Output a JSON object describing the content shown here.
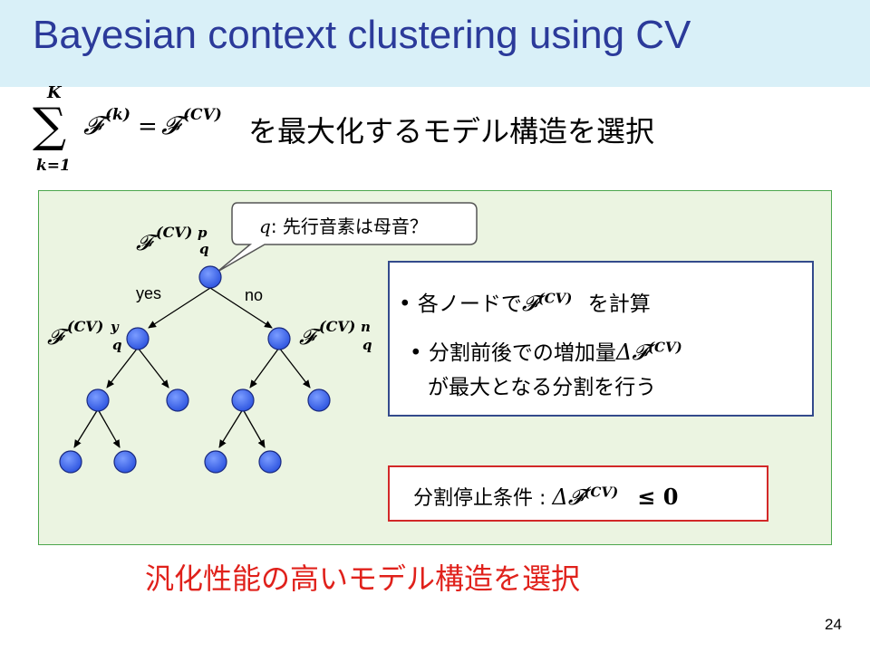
{
  "title": "Bayesian context clustering using CV",
  "equation": {
    "sum_symbol": "∑",
    "upper_limit": "K",
    "lower_limit": "k=1",
    "lhs": "𝓕",
    "lhs_superscript": "(k)",
    "equals": "= ",
    "rhs": "𝓕",
    "rhs_superscript": "(CV)",
    "text": "を最大化するモデル構造を選択"
  },
  "tree": {
    "root_label": "𝓕",
    "root_sup": "(CV)",
    "root_sup_p": "p",
    "root_sub": "q",
    "left_label": "𝓕",
    "left_sup": "(CV)",
    "left_sup_y": "y",
    "left_sub": "q",
    "right_label": "𝓕",
    "right_sup": "(CV)",
    "right_sup_n": "n",
    "right_sub": "q",
    "yes_label": "yes",
    "no_label": "no",
    "node_color": "#3f6cf0"
  },
  "callout": {
    "var": "q",
    "text": ": 先行音素は母音？"
  },
  "info_box": {
    "bullet": "•",
    "line1_pre": "各ノードで",
    "line1_F": "𝓕",
    "line1_sup": "(CV)",
    "line1_post": "を計算",
    "line2_pre": "分割前後での増加量",
    "line2_delta": "Δ𝓕",
    "line2_sup": "(CV)",
    "line3": "が最大となる分割を行う"
  },
  "stop_condition": {
    "label": "分割停止条件 : ",
    "delta": "Δ𝓕",
    "sup": "(CV)",
    "relation": "≤ 0"
  },
  "conclusion": "汎化性能の高いモデル構造を選択",
  "page_number": "24",
  "colors": {
    "title_band": "#d9f0f8",
    "title_text": "#2b3a9a",
    "panel_bg": "#ebf4e1",
    "panel_border": "#4ca64c",
    "info_border": "#334a8c",
    "stop_border": "#d22828",
    "conclusion_text": "#e0211b"
  }
}
